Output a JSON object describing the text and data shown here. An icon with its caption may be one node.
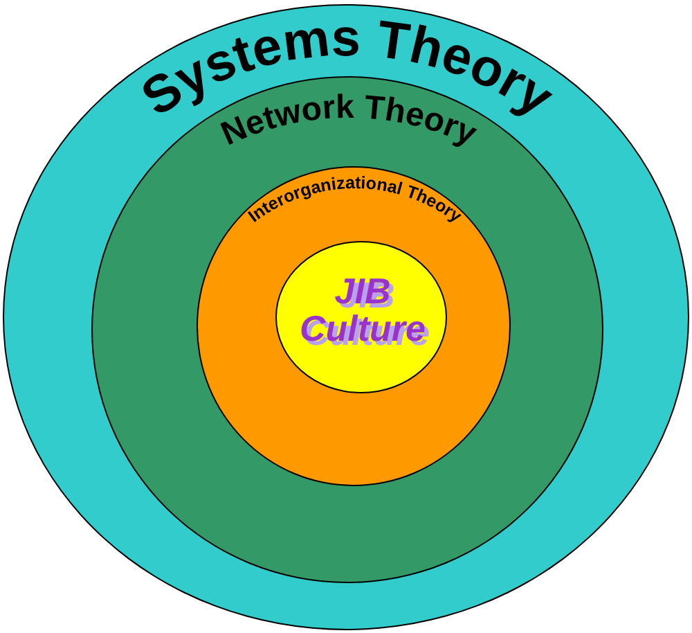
{
  "diagram": {
    "nodes": [
      {
        "text": [
          "Systems Theory"
        ]
      },
      {
        "text": [
          "Network Theory"
        ],
        "in": 0
      },
      {
        "text": [
          "Interorganizational Theory"
        ],
        "in": 1
      },
      {
        "text": [
          "JIB Culture"
        ],
        "in": 2
      }
    ]
  }
}
